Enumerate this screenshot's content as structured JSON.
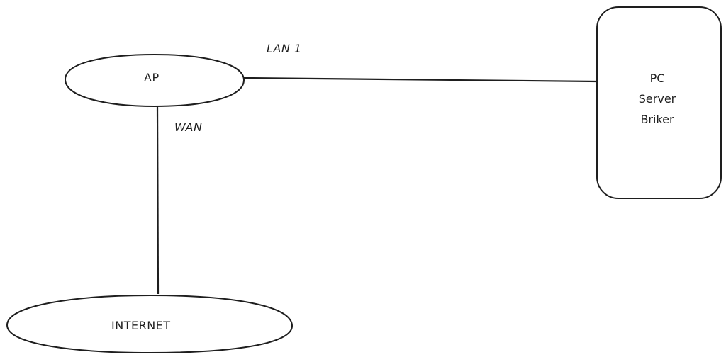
{
  "nodes": {
    "ap": {
      "label": "AP"
    },
    "internet": {
      "label": "INTERNET"
    },
    "pc": {
      "lines": [
        "PC",
        "Server",
        "Briker"
      ]
    }
  },
  "links": {
    "lan1": {
      "label": "LAN 1"
    },
    "wan": {
      "label": "WAN"
    }
  },
  "colors": {
    "stroke": "#1e1e1e",
    "background": "#ffffff"
  }
}
